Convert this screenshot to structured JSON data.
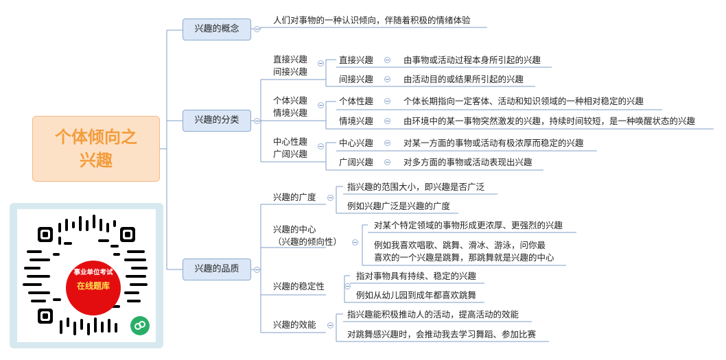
{
  "root": {
    "line1": "个体倾向之",
    "line2": "兴趣"
  },
  "branches": {
    "concept": {
      "label": "兴趣的概念",
      "text": "人们对事物的一种认识倾向，伴随着积极的情绪体验"
    },
    "classification": {
      "label": "兴趣的分类",
      "groups": [
        {
          "line1": "直接兴趣",
          "line2": "间接兴趣",
          "items": [
            {
              "name": "直接兴趣",
              "desc": "由事物或活动过程本身所引起的兴趣"
            },
            {
              "name": "间接兴趣",
              "desc": "由活动目的或结果所引起的兴趣"
            }
          ]
        },
        {
          "line1": "个体兴趣",
          "line2": "情境兴趣",
          "items": [
            {
              "name": "个体性趣",
              "desc": "个体长期指向一定客体、活动和知识领域的一种相对稳定的兴趣"
            },
            {
              "name": "情境兴趣",
              "desc": "由环境中的某一事物突然激发的兴趣，持续时间较短，是一种唤醒状态的兴趣"
            }
          ]
        },
        {
          "line1": "中心性趣",
          "line2": "广阔兴趣",
          "items": [
            {
              "name": "中心兴趣",
              "desc": "对某一方面的事物或活动有极浓厚而稳定的兴趣"
            },
            {
              "name": "广阔兴趣",
              "desc": "对多方面的事物或活动表现出兴趣"
            }
          ]
        }
      ]
    },
    "quality": {
      "label": "兴趣的品质",
      "groups": [
        {
          "line1": "兴趣的广度",
          "line2": "",
          "items": [
            "指兴趣的范围大小，即兴趣是否广泛",
            "例如兴趣广泛是兴趣的广度"
          ]
        },
        {
          "line1": "兴趣的中心",
          "line2": "（兴趣的倾向性）",
          "items": [
            "对某个特定领域的事物形成更浓厚、更强烈的兴趣",
            "例如我喜欢唱歌、跳舞、滑冰、游泳，问你最",
            "喜欢的一个兴趣是跳舞，那跳舞就是兴趣的中心"
          ]
        },
        {
          "line1": "兴趣的稳定性",
          "line2": "",
          "items": [
            "指对事物具有持续、稳定的兴趣",
            "例如从幼儿园到成年都喜欢跳舞"
          ]
        },
        {
          "line1": "兴趣的效能",
          "line2": "",
          "items": [
            "指兴趣能积极推动人的活动，提高活动的效能",
            "对跳舞感兴趣时，会推动我去学习舞蹈、参加比赛"
          ]
        }
      ]
    }
  },
  "qr": {
    "line1": "事业单位考试",
    "line2": "在线题库"
  },
  "colors": {
    "line": "#7d9cc7",
    "root_text": "#f39c3d",
    "main_fill": "#dbe7f6"
  }
}
